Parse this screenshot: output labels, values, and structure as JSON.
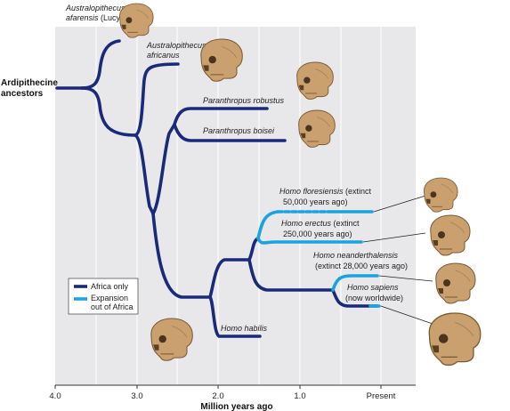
{
  "root_label_line1": "Ardipithecine",
  "root_label_line2": "ancestors",
  "axis": {
    "title": "Million years ago",
    "ticks": [
      "4.0",
      "3.0",
      "2.0",
      "1.0",
      "Present"
    ]
  },
  "legend": {
    "africa_only": "Africa only",
    "expansion_line1": "Expansion",
    "expansion_line2": "out of Africa"
  },
  "species": {
    "afarensis_line1": "Australopithecus",
    "afarensis_line2": "afarensis",
    "afarensis_suffix": " (Lucy)",
    "africanus_line1": "Australopithecus",
    "africanus_line2": "africanus",
    "robustus": "Paranthropus robustus",
    "boisei": "Paranthropus boisei",
    "floresiensis_name": "Homo floresiensis",
    "floresiensis_note1": " (extinct",
    "floresiensis_note2": "50,000 years ago)",
    "erectus_name": "Homo erectus",
    "erectus_note1": " (extinct",
    "erectus_note2": "250,000 years ago)",
    "neanderthalensis_name": "Homo neanderthalensis",
    "neanderthalensis_note": "(extinct 28,000 years ago)",
    "sapiens_name": "Homo sapiens",
    "sapiens_note": "(now worldwide)",
    "habilis": "Homo habilis"
  },
  "colors": {
    "africa_only": "#1a2a7a",
    "expansion": "#1aa3e0",
    "panel": "#e8e8ea",
    "skull": "#c9a06e"
  }
}
